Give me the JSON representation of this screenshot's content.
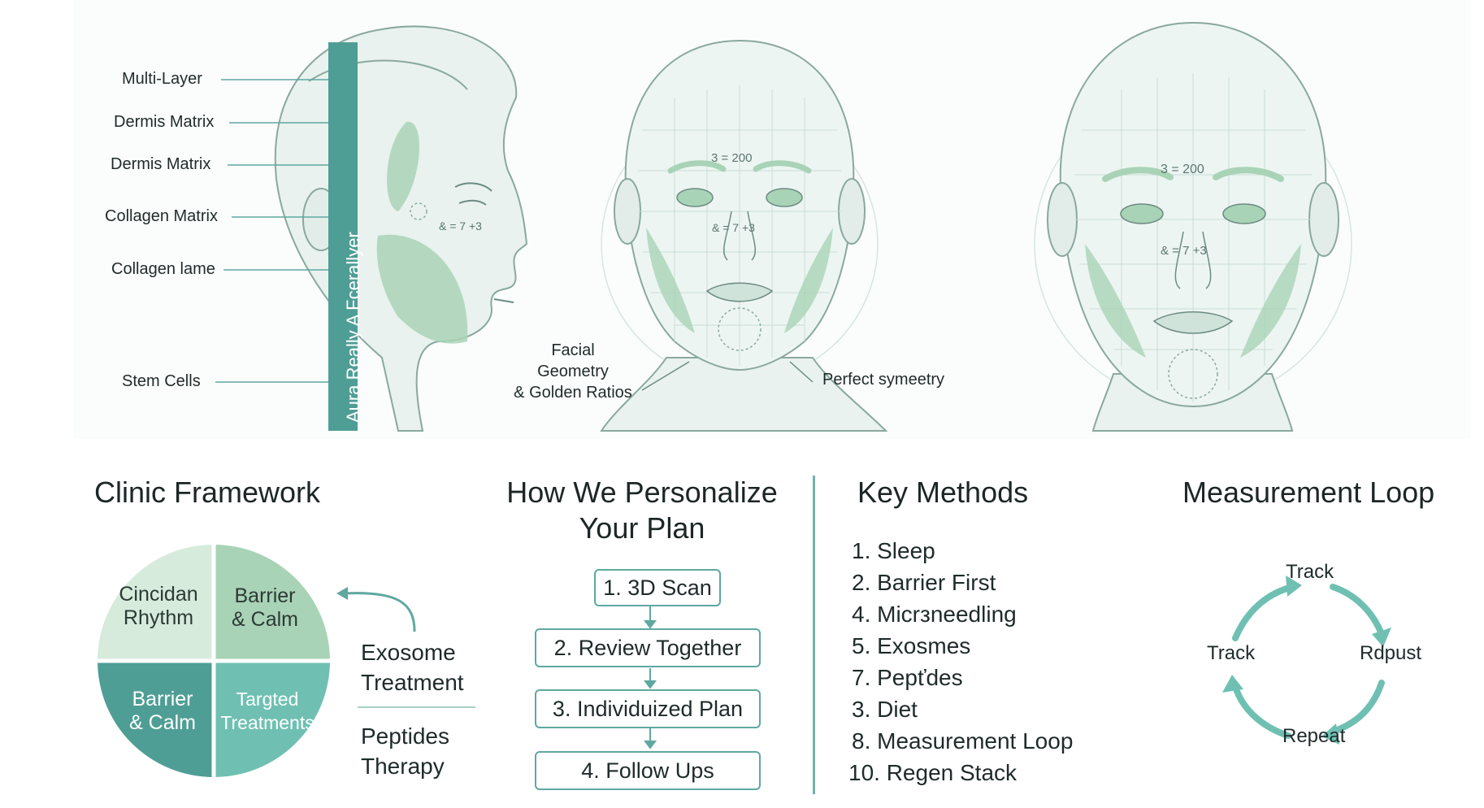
{
  "panel1": {
    "labels": [
      "Multi-Layer",
      "Dermis Matrix",
      "Dermis Matrix",
      "Collagen Matrix",
      "Collagen lame",
      "Stem Cells"
    ],
    "bar_text": "Aura  Really A Fcerallyer",
    "formula": "& = 7 +3"
  },
  "panel2": {
    "formula_top": "3 = 200",
    "formula_mid": "& = 7 +3",
    "label_left": "Facial\nGeometry\n& Golden Ratios",
    "label_right": "Perfect symeetry"
  },
  "panel3": {
    "formula_top": "3 = 200",
    "formula_mid": "& = 7 +3"
  },
  "framework": {
    "title": "Clinic Framework",
    "quadrants": [
      "Cincidan\nRhythm",
      "Barrier\n& Calm",
      "Barrier\n& Calm",
      "Targted\nTreatments"
    ],
    "side_top": "Exosome\nTreatment",
    "side_bottom": "Peptides\nTherapy",
    "colors": {
      "q1": "#d6ebdc",
      "q2": "#a9d3b6",
      "q3": "#4f9e95",
      "q4": "#6fc0b2"
    }
  },
  "personalize": {
    "title": "How We Personalize\nYour Plan",
    "steps": [
      "1. 3D Scan",
      "2. Review Together",
      "3. Individuized Plan",
      "4. Follow Ups"
    ]
  },
  "methods": {
    "title": "Key Methods",
    "items": [
      "1. Sleep",
      "2. Barrier First",
      "4. Micrзneedling",
      "5. Exosmes",
      "7. Pepťdes",
      "3. Diet",
      "8. Measurement Loop",
      "10. Regen Stack"
    ]
  },
  "loop": {
    "title": "Measurement Loop",
    "nodes": [
      "Track",
      "Rdpust",
      "Repeat",
      "Track"
    ]
  },
  "colors": {
    "accent": "#4f9e95",
    "face_fill": "#eaf3f0",
    "face_line": "#8aa8a0",
    "green": "#9fcfae"
  }
}
